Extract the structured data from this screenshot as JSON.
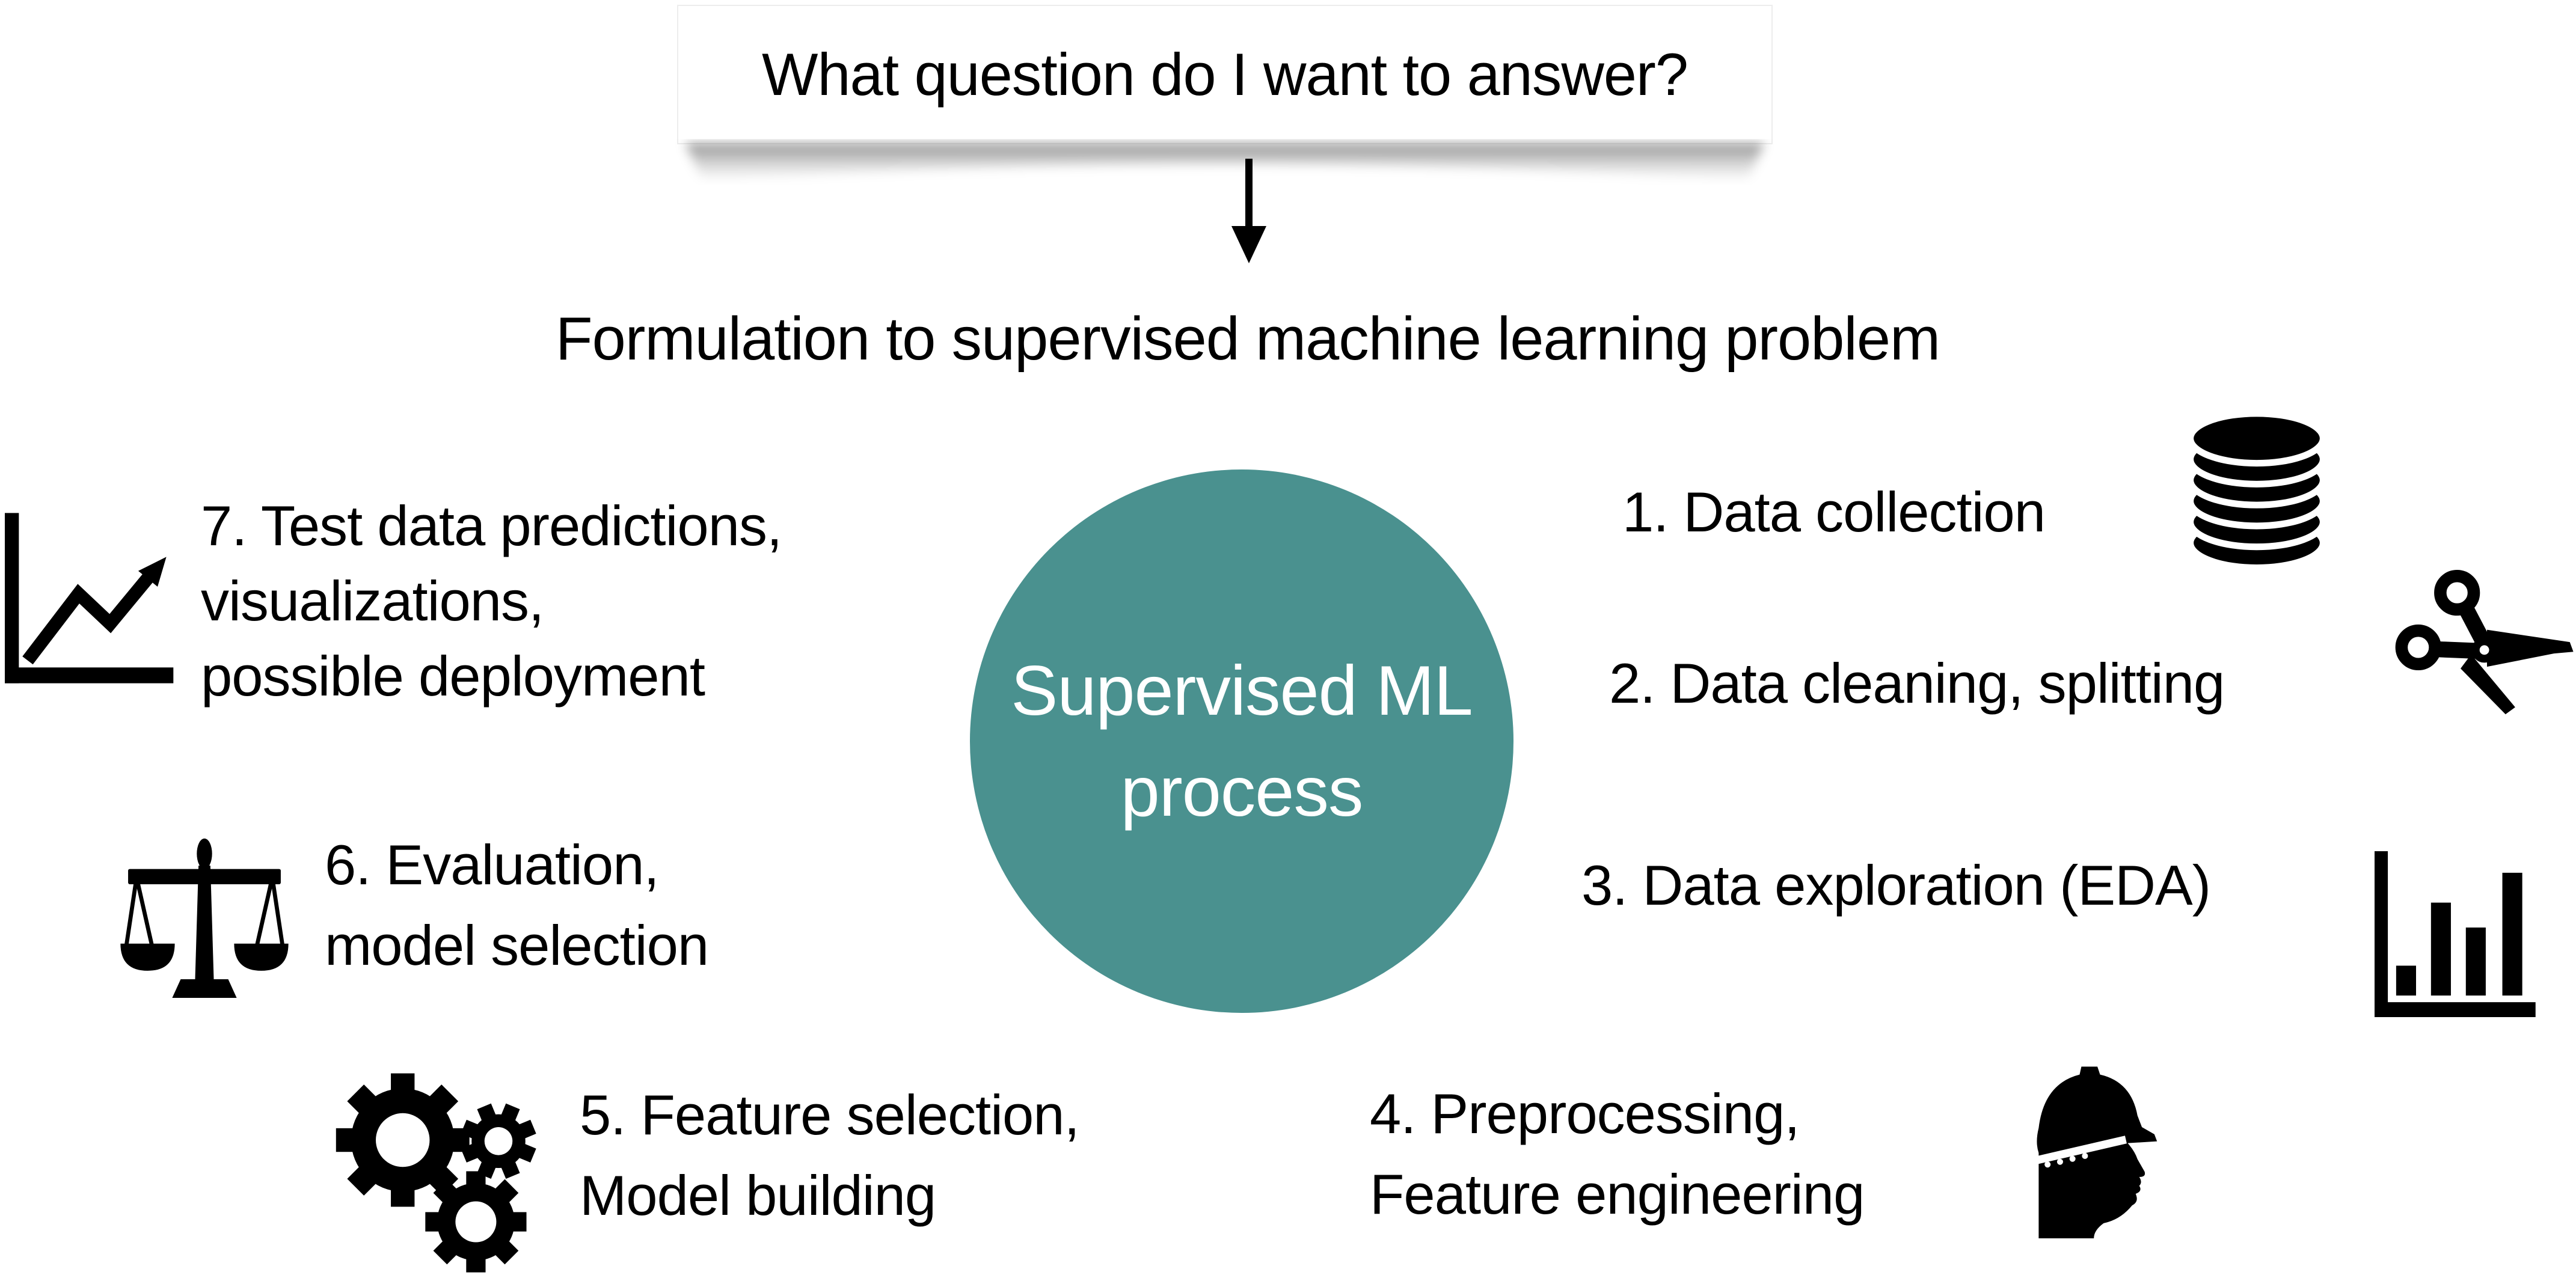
{
  "colors": {
    "circle_teal": "#4A918F",
    "text_black": "#000000",
    "circle_text_white": "#FFFFFF"
  },
  "question_box": {
    "text": "What question do I want to answer?"
  },
  "flow_arrow": {
    "icon": "down-arrow-icon"
  },
  "formulation": {
    "text": "Formulation to supervised machine learning problem"
  },
  "center_circle": {
    "line1": "Supervised ML",
    "line2": "process"
  },
  "steps": [
    {
      "lines": [
        "1. Data collection"
      ],
      "icon": "database-icon"
    },
    {
      "lines": [
        "2. Data cleaning, splitting"
      ],
      "icon": "scissors-icon"
    },
    {
      "lines": [
        "3. Data exploration (EDA)"
      ],
      "icon": "bar-chart-icon"
    },
    {
      "lines": [
        "4. Preprocessing,",
        "Feature engineering"
      ],
      "icon": "engineer-icon"
    },
    {
      "lines": [
        "5. Feature selection,",
        "Model building"
      ],
      "icon": "gears-icon"
    },
    {
      "lines": [
        "6. Evaluation,",
        "model selection"
      ],
      "icon": "scales-icon"
    },
    {
      "lines": [
        "7. Test data predictions,",
        "visualizations,",
        "possible deployment"
      ],
      "icon": "line-chart-icon"
    }
  ]
}
